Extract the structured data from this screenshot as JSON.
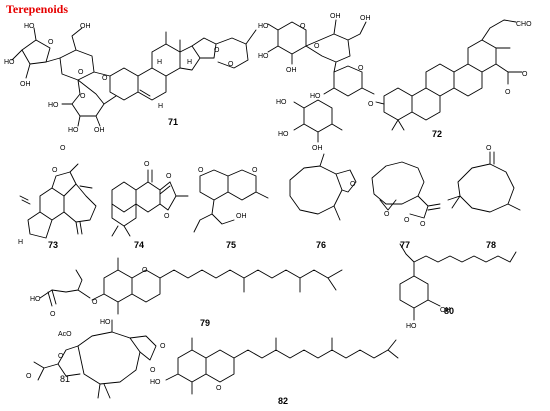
{
  "figure": {
    "heading": "Terepenoids",
    "heading_color": "#e60000"
  },
  "compounds": [
    {
      "id": "71",
      "label": "71"
    },
    {
      "id": "72",
      "label": "72"
    },
    {
      "id": "73",
      "label": "73"
    },
    {
      "id": "74",
      "label": "74"
    },
    {
      "id": "75",
      "label": "75"
    },
    {
      "id": "76",
      "label": "76"
    },
    {
      "id": "77",
      "label": "77"
    },
    {
      "id": "78",
      "label": "78"
    },
    {
      "id": "79",
      "label": "79"
    },
    {
      "id": "80",
      "label": "80"
    },
    {
      "id": "81",
      "label": "81"
    },
    {
      "id": "82",
      "label": "82"
    }
  ],
  "atom_labels": {
    "HO": "HO",
    "OH": "OH",
    "O": "O",
    "H": "H",
    "CHO": "CHO",
    "AcO": "AcO"
  }
}
